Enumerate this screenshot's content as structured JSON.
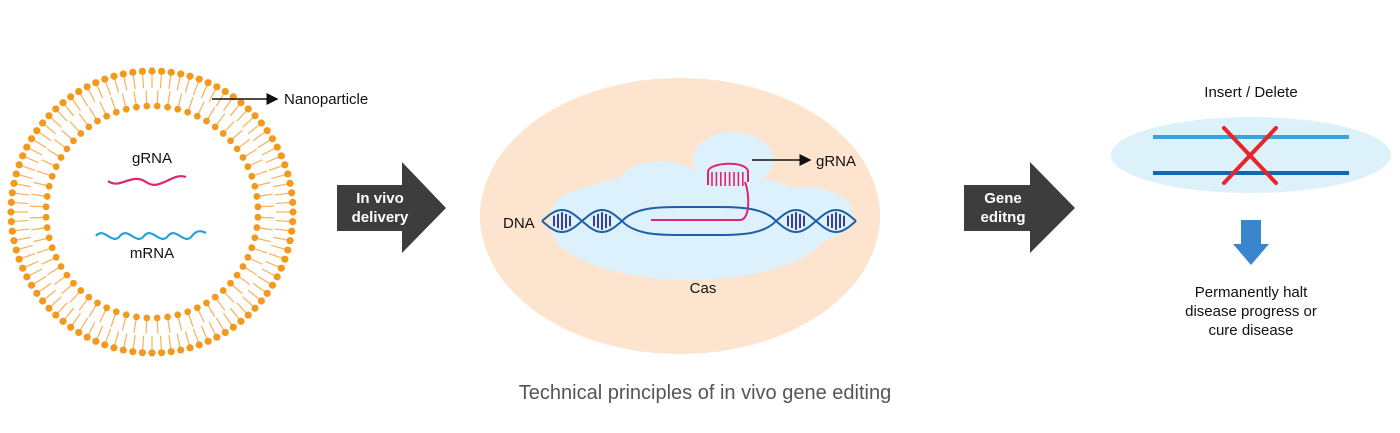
{
  "nanoparticle": {
    "label": "Nanoparticle",
    "grna_label": "gRNA",
    "mrna_label": "mRNA",
    "colors": {
      "lipid_head": "#f39a1e",
      "lipid_tail": "#f6b15a",
      "grna": "#e2236f",
      "mrna": "#1fa3d8"
    }
  },
  "step_arrows": [
    {
      "line1": "In vivo",
      "line2": "delivery"
    },
    {
      "line1": "Gene",
      "line2": "editng"
    }
  ],
  "cell": {
    "dna_label": "DNA",
    "grna_label": "gRNA",
    "cas_label": "Cas",
    "colors": {
      "cell": "#fde4cf",
      "cas": "#dcf1fb",
      "dna": "#1e5fa8",
      "rungs": "#3a3f8f",
      "grna": "#e2236f"
    }
  },
  "outcome": {
    "edit_label": "Insert / Delete",
    "result_lines": [
      "Permanently halt",
      "disease progress or",
      "cure disease"
    ],
    "colors": {
      "ellipse": "#ddf1fb",
      "strand_top": "#3aa3dc",
      "strand_bottom": "#1466b0",
      "cross": "#e8262a",
      "down_arrow": "#3a86cc"
    }
  },
  "caption": "Technical principles of in vivo gene editing",
  "arrow_color": "#3d3d3d"
}
